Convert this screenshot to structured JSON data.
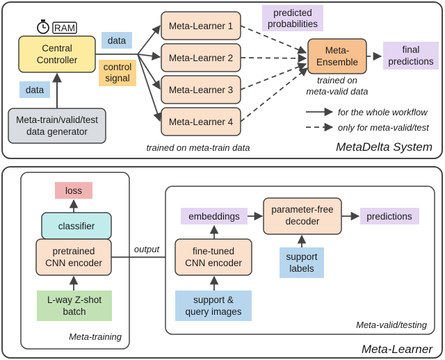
{
  "colors": {
    "yellow": "#fdeba0",
    "peach": "#fbe0cc",
    "blue": "#b7d6ee",
    "purple": "#e4d5f3",
    "gray_box": "#d9dde2",
    "teal": "#c2ecec",
    "pink": "#f0b3b3",
    "green": "#c2e2b5",
    "orange": "#f7c08e",
    "stroke": "#444444"
  },
  "system": {
    "title": "MetaDelta System",
    "ram": "RAM",
    "central_controller": [
      "Central",
      "Controller"
    ],
    "data_top": "data",
    "data_left": "data",
    "control_signal": [
      "control",
      "signal"
    ],
    "generator": [
      "Meta-train/valid/test",
      "data generator"
    ],
    "meta_learners": [
      "Meta-Learner 1",
      "Meta-Learner 2",
      "Meta-Learner 3",
      "Meta-Learner 4"
    ],
    "trained_on_train": "trained on meta-train data",
    "predicted_probabilities": [
      "predicted",
      "probabilities"
    ],
    "meta_ensemble": [
      "Meta-",
      "Ensemble"
    ],
    "trained_on_valid": [
      "trained on",
      "meta-valid data"
    ],
    "final_predictions": [
      "final",
      "predictions"
    ],
    "legend_solid": "for the whole workflow",
    "legend_dashed": "only for meta-valid/test"
  },
  "learner": {
    "title": "Meta-Learner",
    "output_label": "output",
    "training": {
      "title": "Meta-training",
      "loss": "loss",
      "classifier": "classifier",
      "encoder": [
        "pretrained",
        "CNN encoder"
      ],
      "batch": [
        "L-way Z-shot",
        "batch"
      ]
    },
    "testing": {
      "title": "Meta-valid/testing",
      "embeddings": "embeddings",
      "decoder": [
        "parameter-free",
        "decoder"
      ],
      "predictions": "predictions",
      "encoder": [
        "fine-tuned",
        "CNN encoder"
      ],
      "support_labels": [
        "support",
        "labels"
      ],
      "support_query": [
        "support &",
        "query images"
      ]
    }
  }
}
